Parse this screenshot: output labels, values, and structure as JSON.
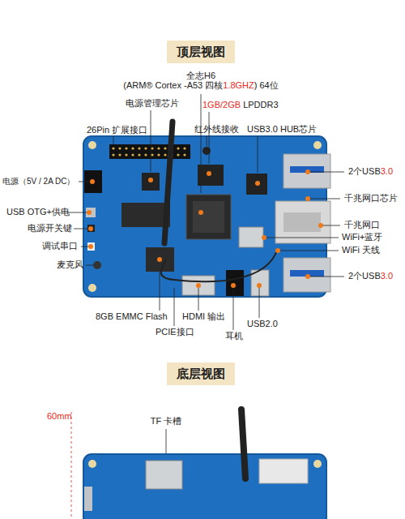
{
  "diagram": {
    "nodes": [
      {
        "text": [
          "顶层视图"
        ]
      },
      {
        "text": [
          "底层视图"
        ]
      }
    ],
    "labels": [
      "全志H6",
      "(ARM® Cortex -A53 四核",
      "1.8GHZ",
      ") 64位",
      "电源管理芯片",
      "1GB/2GB",
      " LPDDR3",
      "26Pin 扩展接口",
      "红外线接收",
      "USB3.0 HUB芯片",
      "电源（5V / 2A DC）",
      "2个USB",
      "3.0",
      "千兆网口芯片",
      "USB OTG+供电",
      "电源开关键",
      "千兆网口",
      "WiFi+蓝牙",
      "调试串口",
      "WiFi 天线",
      "麦克风",
      "2个USB",
      "3.0",
      "8GB EMMC Flash",
      "HDMI 输出",
      "USB2.0",
      "PCIE接口",
      "耳机",
      "60mm",
      "TF 卡槽"
    ]
  }
}
